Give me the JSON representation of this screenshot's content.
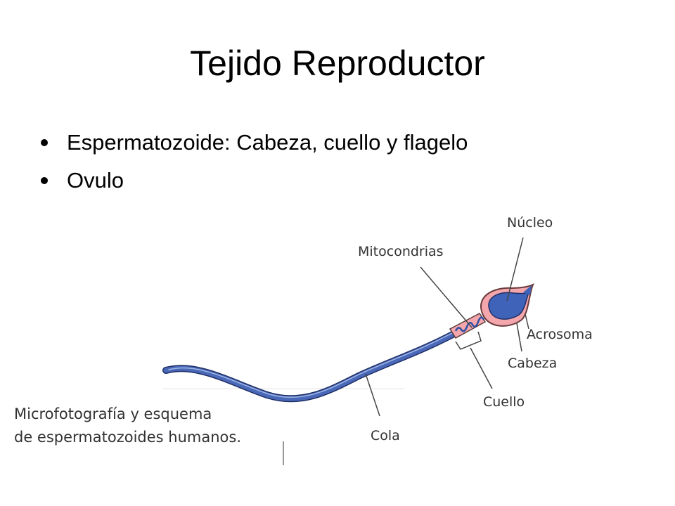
{
  "slide": {
    "title": "Tejido Reproductor",
    "bullets": [
      "Espermatozoide: Cabeza, cuello y flagelo",
      "Ovulo"
    ]
  },
  "diagram": {
    "labels": {
      "nucleo": "Núcleo",
      "mitocondrias": "Mitocondrias",
      "acrosoma": "Acrosoma",
      "cabeza": "Cabeza",
      "cuello": "Cuello",
      "cola": "Cola"
    },
    "caption": [
      "Microfotografía y esquema",
      "de espermatozoides humanos."
    ],
    "colors": {
      "tail": "#4a68b8",
      "tail_highlight": "#9fb6e6",
      "head_outer": "#f3a7ad",
      "nucleus": "#3f63b8",
      "leader": "#444444"
    }
  }
}
